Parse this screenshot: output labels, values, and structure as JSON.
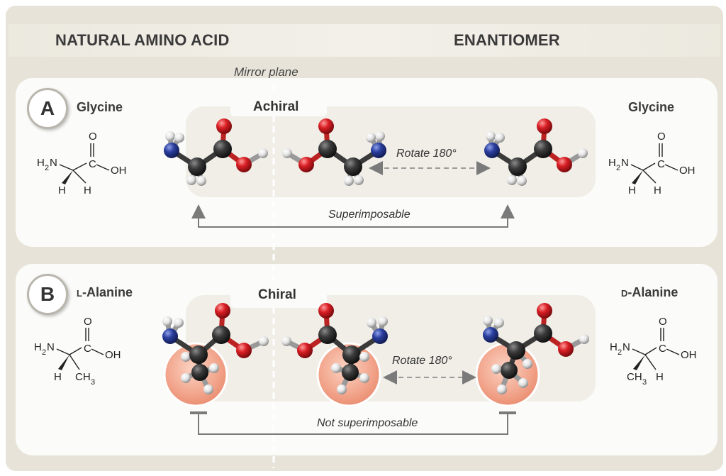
{
  "headers": {
    "left": "NATURAL AMINO ACID",
    "right": "ENANTIOMER"
  },
  "mirror_plane": "Mirror plane",
  "panel_a": {
    "badge": "A",
    "left_name": "Glycine",
    "right_name": "Glycine",
    "tag": "Achiral",
    "rotate": "Rotate 180°",
    "relation": "Superimposable"
  },
  "panel_b": {
    "badge": "B",
    "left_prefix": "L",
    "left_name": "-Alanine",
    "right_prefix": "D",
    "right_name": "-Alanine",
    "tag": "Chiral",
    "rotate": "Rotate 180°",
    "relation": "Not superimposable"
  },
  "formula": {
    "h2": "H",
    "h2_sub": "2",
    "n": "N",
    "o": "O",
    "c": "C",
    "oh": "OH",
    "h": "H",
    "ch": "CH",
    "ch_sub": "3"
  },
  "colors": {
    "carbon": "#2b2b2b",
    "nitrogen": "#2a3f9e",
    "oxygen": "#d81e24",
    "hydrogen": "#e4e4e4",
    "chiral_highlight": "#f2a58c",
    "arrow": "#777777"
  }
}
